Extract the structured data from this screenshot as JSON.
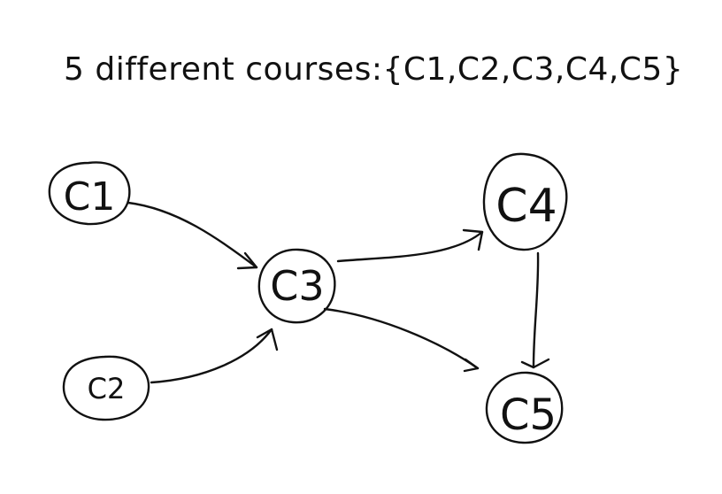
{
  "diagram": {
    "title": "5 different courses:{C1,C2,C3,C4,C5}",
    "nodes": {
      "c1": "C1",
      "c2": "C2",
      "c3": "C3",
      "c4": "C4",
      "c5": "C5"
    },
    "edges": [
      {
        "from": "C1",
        "to": "C3"
      },
      {
        "from": "C2",
        "to": "C3"
      },
      {
        "from": "C3",
        "to": "C4"
      },
      {
        "from": "C3",
        "to": "C5"
      },
      {
        "from": "C4",
        "to": "C5"
      }
    ],
    "ink_color": "#111111"
  }
}
